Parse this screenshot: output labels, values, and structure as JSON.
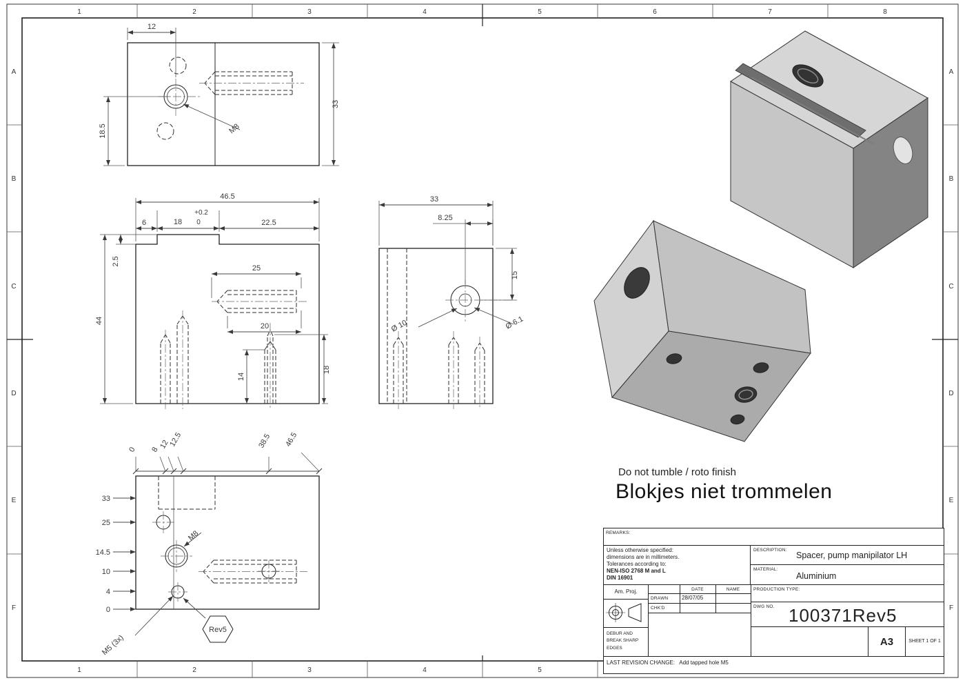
{
  "zones": {
    "cols": [
      "1",
      "2",
      "3",
      "4",
      "5",
      "6",
      "7",
      "8"
    ],
    "cols_bottom": [
      "1",
      "2",
      "3",
      "4",
      "5"
    ],
    "rows": [
      "A",
      "B",
      "C",
      "D",
      "E",
      "F"
    ]
  },
  "notes": {
    "line1": "Do not tumble / roto finish",
    "line2": "Blokjes niet trommelen"
  },
  "views": {
    "top": {
      "w": "12",
      "h_left": "18.5",
      "h_right": "33",
      "thread": "M8"
    },
    "front": {
      "total_w": "46.5",
      "off_l": "6",
      "slot_nom": "18",
      "slot_tol_hi": "+0.2",
      "slot_tol_lo": "0",
      "off_r": "22.5",
      "step": "2.5",
      "height": "44",
      "d25": "25",
      "d20": "20",
      "depth14": "14",
      "depth18": "18"
    },
    "side": {
      "w": "33",
      "off": "8.25",
      "d15": "15",
      "dia_a": "Ø 10",
      "dia_b": "Ø 6.1"
    },
    "bottom": {
      "cols": [
        "0",
        "8",
        "12",
        "12.5",
        "38.5",
        "46.5"
      ],
      "rows": [
        "33",
        "25",
        "14.5",
        "10",
        "4",
        "0"
      ],
      "m8": "M8",
      "m5": "M5 (3x)",
      "rev": "Rev5"
    }
  },
  "titleblock": {
    "remarks_label": "REMARKS:",
    "spec_lines": [
      "Unless otherwise specified:",
      "dimensions are in millimeters.",
      "Tolerances according to:",
      "NEN-ISO 2768 M and L",
      "DIN 16901"
    ],
    "description_label": "DESCRIPTION:",
    "description": "Spacer, pump manipilator LH",
    "material_label": "MATERIAL:",
    "material": "Aluminium",
    "am_proj": "Am. Proj.",
    "date_label": "DATE",
    "name_label": "NAME",
    "drawn_label": "DRAWN",
    "drawn_date": "28/07/05",
    "chkd_label": "CHK'D",
    "production_label": "PRODUCTION TYPE:",
    "dwg_label": "DWG NO.",
    "dwg_no": "100371Rev5",
    "debur_lines": [
      "DEBUR AND",
      "BREAK SHARP",
      "EDGES"
    ],
    "paper": "A3",
    "sheet": "SHEET 1 OF 1",
    "lastrev_label": "LAST REVISION CHANGE:",
    "lastrev_value": "Add tapped hole M5"
  }
}
